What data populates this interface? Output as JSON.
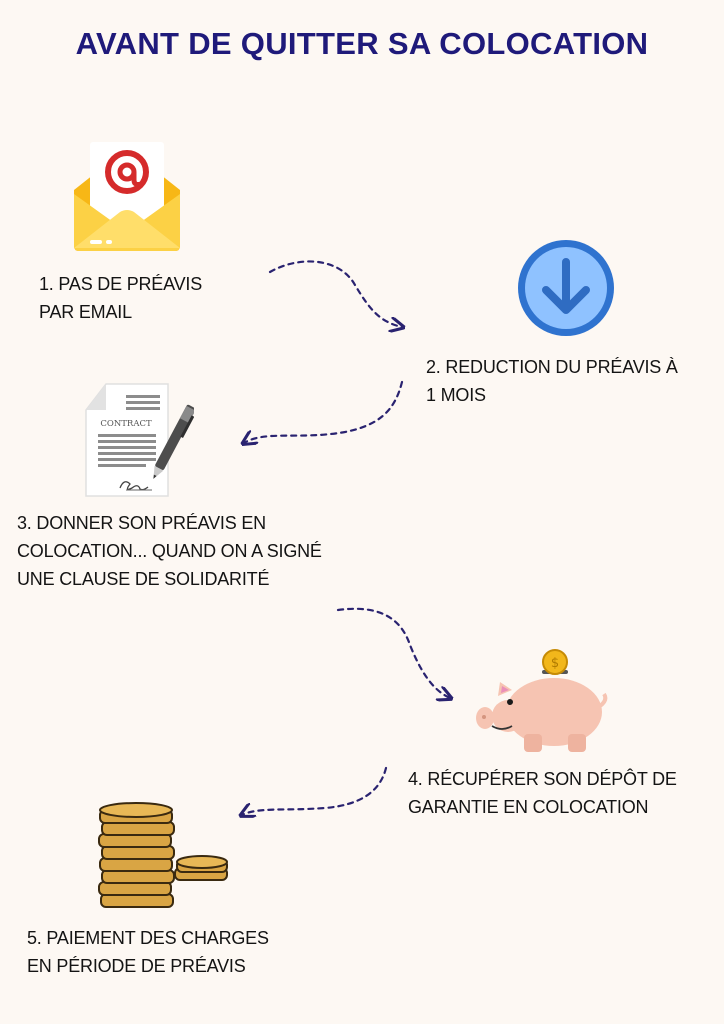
{
  "title": "AVANT DE QUITTER SA COLOCATION",
  "steps": [
    {
      "line1": "1. PAS DE PRÉAVIS",
      "line2": "PAR EMAIL",
      "icon": "email-envelope-icon"
    },
    {
      "line1": "2. REDUCTION DU PRÉAVIS À",
      "line2": "1 MOIS",
      "icon": "download-arrow-icon"
    },
    {
      "line1": "3. DONNER SON PRÉAVIS EN",
      "line2": "COLOCATION... QUAND ON A SIGNÉ",
      "line3": "UNE CLAUSE DE SOLIDARITÉ",
      "icon": "contract-pen-icon",
      "contract_label": "CONTRACT"
    },
    {
      "line1": "4. RÉCUPÉRER SON DÉPÔT DE",
      "line2": "GARANTIE EN COLOCATION",
      "icon": "piggy-bank-icon"
    },
    {
      "line1": "5. PAIEMENT DES CHARGES",
      "line2": "EN PÉRIODE DE PRÉAVIS",
      "icon": "coin-stack-icon"
    }
  ],
  "colors": {
    "title": "#1f1a7a",
    "arrow": "#2a2370",
    "background": "#fdf8f3"
  }
}
